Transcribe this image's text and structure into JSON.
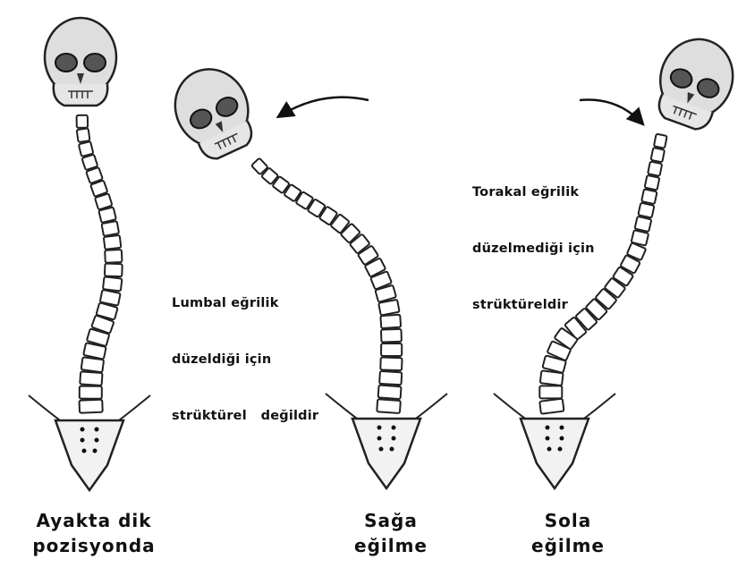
{
  "figure": {
    "panels": [
      {
        "id": "standing",
        "caption_lines": [
          "Ayakta dik",
          "pozisyonda"
        ]
      },
      {
        "id": "right-bend",
        "caption_lines": [
          "Sağa",
          "eğilme"
        ]
      },
      {
        "id": "left-bend",
        "caption_lines": [
          "Sola",
          "eğilme"
        ]
      }
    ],
    "notes": {
      "lumbar": [
        "Lumbal eğrilik",
        "düzeldiği için",
        "strüktürel   değildir"
      ],
      "thoracic": [
        "Torakal eğrilik",
        "düzelmediği için",
        "strüktüreldir"
      ]
    }
  }
}
